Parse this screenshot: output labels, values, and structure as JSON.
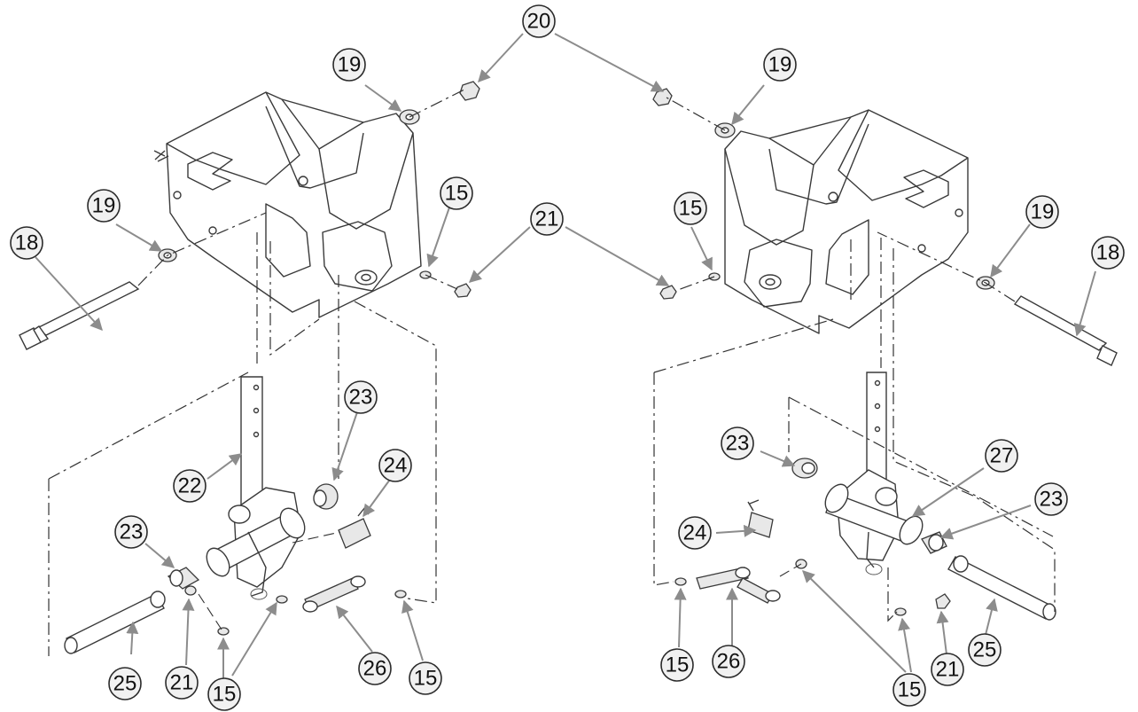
{
  "arrow_color": "#8c8c8c",
  "callouts": [
    {
      "id": "c20",
      "label": "20"
    },
    {
      "id": "c19a",
      "label": "19"
    },
    {
      "id": "c19b",
      "label": "19"
    },
    {
      "id": "c19c",
      "label": "19"
    },
    {
      "id": "c19d",
      "label": "19"
    },
    {
      "id": "c18a",
      "label": "18"
    },
    {
      "id": "c18b",
      "label": "18"
    },
    {
      "id": "c15a",
      "label": "15"
    },
    {
      "id": "c15b",
      "label": "15"
    },
    {
      "id": "c21",
      "label": "21"
    },
    {
      "id": "c23a",
      "label": "23"
    },
    {
      "id": "c24a",
      "label": "24"
    },
    {
      "id": "c22",
      "label": "22"
    },
    {
      "id": "c23b",
      "label": "23"
    },
    {
      "id": "c25a",
      "label": "25"
    },
    {
      "id": "c21b",
      "label": "21"
    },
    {
      "id": "c15c",
      "label": "15"
    },
    {
      "id": "c26a",
      "label": "26"
    },
    {
      "id": "c15d",
      "label": "15"
    },
    {
      "id": "c23c",
      "label": "23"
    },
    {
      "id": "c27",
      "label": "27"
    },
    {
      "id": "c23d",
      "label": "23"
    },
    {
      "id": "c24b",
      "label": "24"
    },
    {
      "id": "c15e",
      "label": "15"
    },
    {
      "id": "c26b",
      "label": "26"
    },
    {
      "id": "c15f",
      "label": "15"
    },
    {
      "id": "c21c",
      "label": "21"
    },
    {
      "id": "c25b",
      "label": "25"
    }
  ]
}
